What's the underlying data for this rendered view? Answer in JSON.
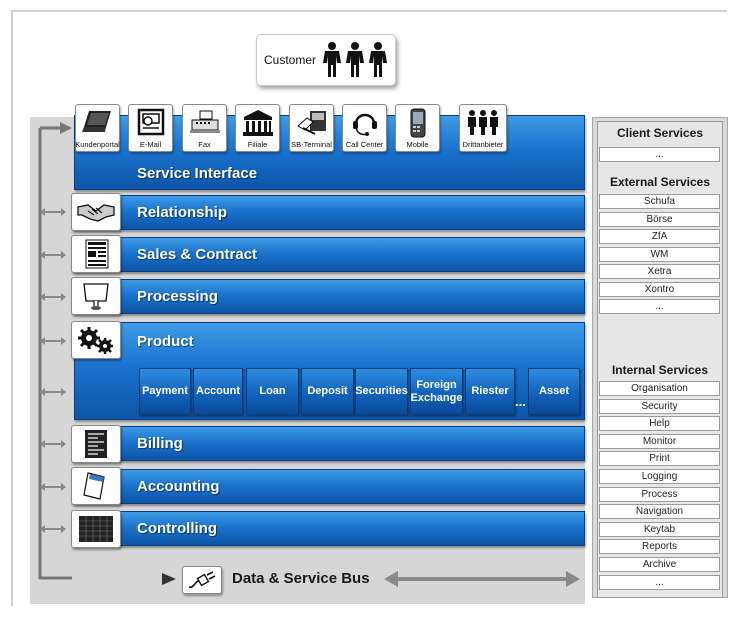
{
  "customer": {
    "label": "Customer"
  },
  "channels": [
    {
      "label": "Kundenportal",
      "icon": "laptop-icon"
    },
    {
      "label": "E-Mail",
      "icon": "email-icon"
    },
    {
      "label": "Fax",
      "icon": "fax-icon"
    },
    {
      "label": "Filiale",
      "icon": "bank-building-icon"
    },
    {
      "label": "SB-Terminal",
      "icon": "card-terminal-icon"
    },
    {
      "label": "Call Center",
      "icon": "headset-icon"
    },
    {
      "label": "Mobile",
      "icon": "mobile-phone-icon"
    },
    {
      "label": "Drittanbieter",
      "icon": "people-icon"
    }
  ],
  "layers": {
    "service_interface": "Service Interface",
    "relationship": "Relationship",
    "sales_contract": "Sales & Contract",
    "processing": "Processing",
    "product": "Product",
    "billing": "Billing",
    "accounting": "Accounting",
    "controlling": "Controlling"
  },
  "products": [
    "Payment",
    "Account",
    "Loan",
    "Deposit",
    "Securities",
    "Foreign Exchange",
    "Riester",
    "Asset"
  ],
  "products_more": "...",
  "services": {
    "client_title": "Client Services",
    "client_items": [
      "..."
    ],
    "external_title": "External Services",
    "external_items": [
      "Schufa",
      "Börse",
      "ZfA",
      "WM",
      "Xetra",
      "Xontro",
      "..."
    ],
    "internal_title": "Internal Services",
    "internal_items": [
      "Organisation",
      "Security",
      "Help",
      "Monitor",
      "Print",
      "Logging",
      "Process",
      "Navigation",
      "Keytab",
      "Reports",
      "Archive",
      "..."
    ]
  },
  "bus": {
    "label": "Data & Service Bus"
  },
  "colors": {
    "bar_blue": "#1b73cd",
    "bar_border": "#0b3f86",
    "panel_gray": "#d6d6d6"
  }
}
